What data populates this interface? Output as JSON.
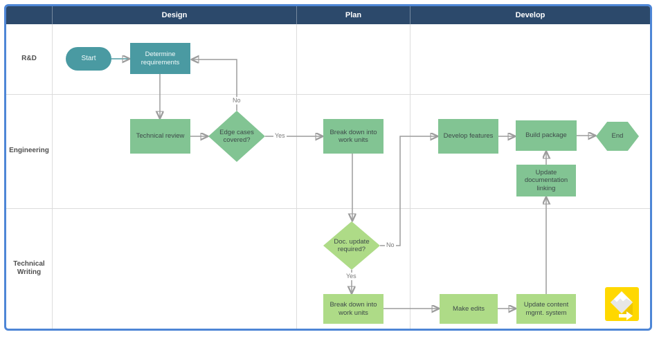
{
  "header": {
    "columns": [
      {
        "label": "Design"
      },
      {
        "label": "Plan"
      },
      {
        "label": "Develop"
      }
    ]
  },
  "lanes": [
    {
      "label": "R&D"
    },
    {
      "label": "Engineering"
    },
    {
      "label": "Technical Writing"
    }
  ],
  "nodes": {
    "start": {
      "label": "Start",
      "shape": "stadium",
      "lane": "R&D",
      "column": "Design",
      "fill": "#4a9aa2"
    },
    "determine_requirements": {
      "label": "Determine requirements",
      "shape": "process",
      "lane": "R&D",
      "column": "Design",
      "fill": "#4a9aa2"
    },
    "technical_review": {
      "label": "Technical review",
      "shape": "process",
      "lane": "Engineering",
      "column": "Design",
      "fill": "#82c493"
    },
    "edge_cases_covered": {
      "label": "Edge cases covered?",
      "shape": "decision",
      "lane": "Engineering",
      "column": "Design",
      "fill": "#82c493"
    },
    "break_down_work_units_eng": {
      "label": "Break down into work units",
      "shape": "process",
      "lane": "Engineering",
      "column": "Plan",
      "fill": "#82c493"
    },
    "develop_features": {
      "label": "Develop features",
      "shape": "process",
      "lane": "Engineering",
      "column": "Develop",
      "fill": "#82c493"
    },
    "build_package": {
      "label": "Build package",
      "shape": "process",
      "lane": "Engineering",
      "column": "Develop",
      "fill": "#82c493"
    },
    "end": {
      "label": "End",
      "shape": "hexagon",
      "lane": "Engineering",
      "column": "Develop",
      "fill": "#82c493"
    },
    "update_documentation_linking": {
      "label": "Update documentation linking",
      "shape": "process",
      "lane": "Engineering",
      "column": "Develop",
      "fill": "#82c493"
    },
    "doc_update_required": {
      "label": "Doc. update required?",
      "shape": "decision",
      "lane": "Technical Writing",
      "column": "Plan",
      "fill": "#aedb87"
    },
    "break_down_work_units_tw": {
      "label": "Break down into work units",
      "shape": "process",
      "lane": "Technical Writing",
      "column": "Plan",
      "fill": "#aedb87"
    },
    "make_edits": {
      "label": "Make edits",
      "shape": "process",
      "lane": "Technical Writing",
      "column": "Develop",
      "fill": "#aedb87"
    },
    "update_content_mgmt_system": {
      "label": "Update content mgmt. system",
      "shape": "process",
      "lane": "Technical Writing",
      "column": "Develop",
      "fill": "#aedb87"
    }
  },
  "edges": [
    {
      "from": "start",
      "to": "determine_requirements",
      "label": ""
    },
    {
      "from": "determine_requirements",
      "to": "technical_review",
      "label": ""
    },
    {
      "from": "technical_review",
      "to": "edge_cases_covered",
      "label": ""
    },
    {
      "from": "edge_cases_covered",
      "to": "determine_requirements",
      "label": "No"
    },
    {
      "from": "edge_cases_covered",
      "to": "break_down_work_units_eng",
      "label": "Yes"
    },
    {
      "from": "break_down_work_units_eng",
      "to": "doc_update_required",
      "label": ""
    },
    {
      "from": "doc_update_required",
      "to": "develop_features",
      "label": "No"
    },
    {
      "from": "doc_update_required",
      "to": "break_down_work_units_tw",
      "label": "Yes"
    },
    {
      "from": "break_down_work_units_tw",
      "to": "make_edits",
      "label": ""
    },
    {
      "from": "make_edits",
      "to": "update_content_mgmt_system",
      "label": ""
    },
    {
      "from": "update_content_mgmt_system",
      "to": "update_documentation_linking",
      "label": ""
    },
    {
      "from": "update_documentation_linking",
      "to": "build_package",
      "label": ""
    },
    {
      "from": "develop_features",
      "to": "build_package",
      "label": ""
    },
    {
      "from": "build_package",
      "to": "end",
      "label": ""
    }
  ],
  "colors": {
    "header_bg": "#2c496b",
    "outer_border": "#4e86d6",
    "teal_shape": "#4a9aa2",
    "green_shape": "#82c493",
    "light_green_shape": "#aedb87",
    "connector_gray": "#9c9c9c",
    "grid_line": "#dcdcdc",
    "watermark_yellow": "#ffd800"
  }
}
